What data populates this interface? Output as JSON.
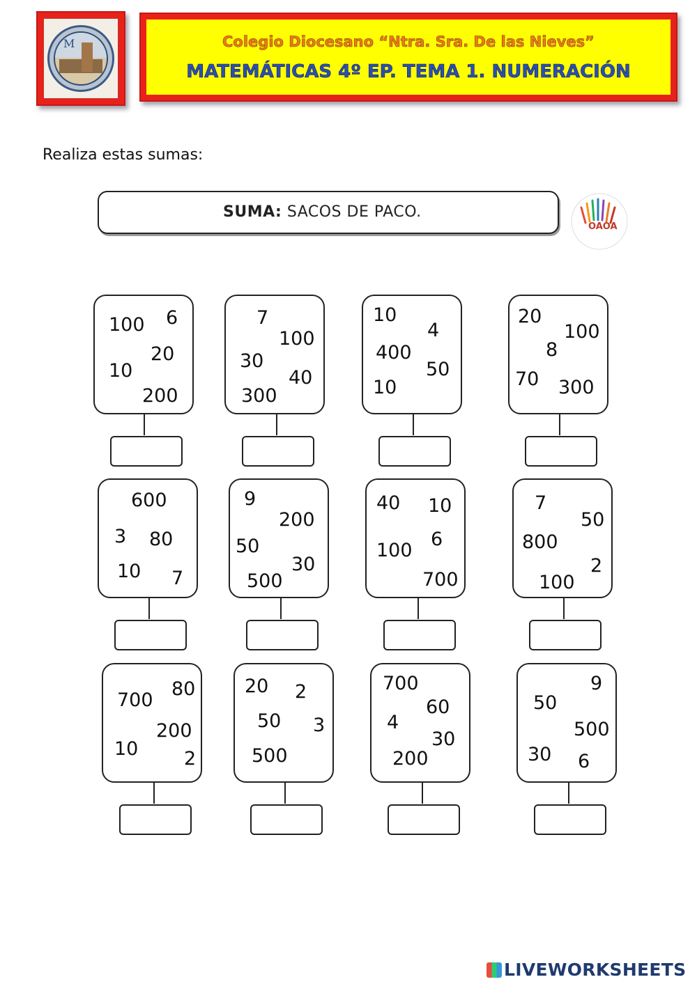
{
  "header": {
    "school": "Colegio Diocesano “Ntra. Sra. De las Nieves”",
    "subject": "MATEMÁTICAS 4º EP. TEMA 1. NUMERACIÓN"
  },
  "instruction": "Realiza estas sumas:",
  "title": {
    "bold": "SUMA:",
    "rest": " SACOS DE PACO."
  },
  "oaoa_logo_text": "OAOA",
  "sacks": [
    {
      "numbers": [
        "100",
        "6",
        "20",
        "10",
        "200"
      ]
    },
    {
      "numbers": [
        "7",
        "100",
        "30",
        "40",
        "300"
      ]
    },
    {
      "numbers": [
        "10",
        "4",
        "400",
        "50",
        "10"
      ]
    },
    {
      "numbers": [
        "20",
        "100",
        "8",
        "70",
        "300"
      ]
    },
    {
      "numbers": [
        "600",
        "3",
        "80",
        "10",
        "7"
      ]
    },
    {
      "numbers": [
        "9",
        "200",
        "50",
        "30",
        "500"
      ]
    },
    {
      "numbers": [
        "40",
        "10",
        "100",
        "6",
        "700"
      ]
    },
    {
      "numbers": [
        "7",
        "50",
        "800",
        "2",
        "100"
      ]
    },
    {
      "numbers": [
        "700",
        "80",
        "200",
        "10",
        "2"
      ]
    },
    {
      "numbers": [
        "20",
        "2",
        "50",
        "3",
        "500"
      ]
    },
    {
      "numbers": [
        "700",
        "60",
        "4",
        "30",
        "200"
      ]
    },
    {
      "numbers": [
        "9",
        "50",
        "500",
        "30",
        "6"
      ]
    }
  ],
  "footer": "LIVEWORKSHEETS"
}
